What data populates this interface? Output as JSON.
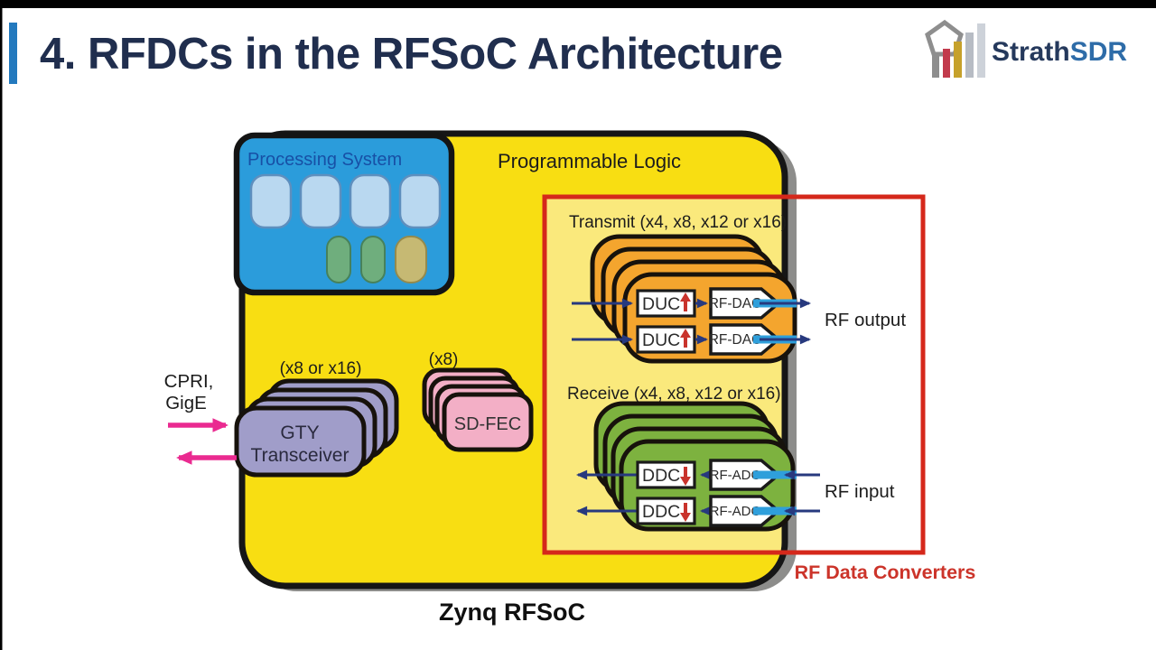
{
  "slide": {
    "title": "4. RFDCs in the RFSoC Architecture",
    "logo": {
      "brand_primary": "Strath",
      "brand_secondary": "SDR"
    },
    "diagram": {
      "chip_label": "Zynq RFSoC",
      "programmable_logic_label": "Programmable Logic",
      "processing_system_label": "Processing System",
      "rfdc": {
        "label": "RF Data Converters",
        "transmit_label": "Transmit (x4, x8, x12 or x16)",
        "receive_label": "Receive (x4, x8, x12 or x16)",
        "duc_label": "DUC",
        "dac_label": "RF-DAC",
        "ddc_label": "DDC",
        "adc_label": "RF-ADC",
        "rf_output_label": "RF output",
        "rf_input_label": "RF input"
      },
      "gty": {
        "multiplicity_label": "(x8 or x16)",
        "name_line1": "GTY",
        "name_line2": "Transceiver"
      },
      "sdfec": {
        "multiplicity_label": "(x8)",
        "name": "SD-FEC"
      },
      "external_left_label_line1": "CPRI,",
      "external_left_label_line2": "GigE"
    },
    "colors": {
      "accent_bar": "#2379BE",
      "title_text": "#202E4E",
      "logo_navy": "#25395C",
      "logo_blue": "#2E6CA8",
      "chip_yellow": "#F8DE12",
      "rfdc_panel_yellow": "#FAE97C",
      "shadow_gray": "#8D8D8B",
      "ps_blue": "#2B9CDB",
      "ps_title_blue": "#1750A6",
      "core_light_blue": "#B9D8F0",
      "core_green": "#6FAE7D",
      "core_tan": "#C6B973",
      "transmit_orange": "#F4A52E",
      "receive_green": "#7DB23F",
      "gty_purple": "#A09DC9",
      "sdfec_pink": "#F3AFC6",
      "rfdc_red": "#D5281B",
      "rfdc_label_red": "#CC342A",
      "magenta": "#EA2A90",
      "bus_blue": "#2F9FDB",
      "arrow_navy": "#27397E"
    }
  }
}
